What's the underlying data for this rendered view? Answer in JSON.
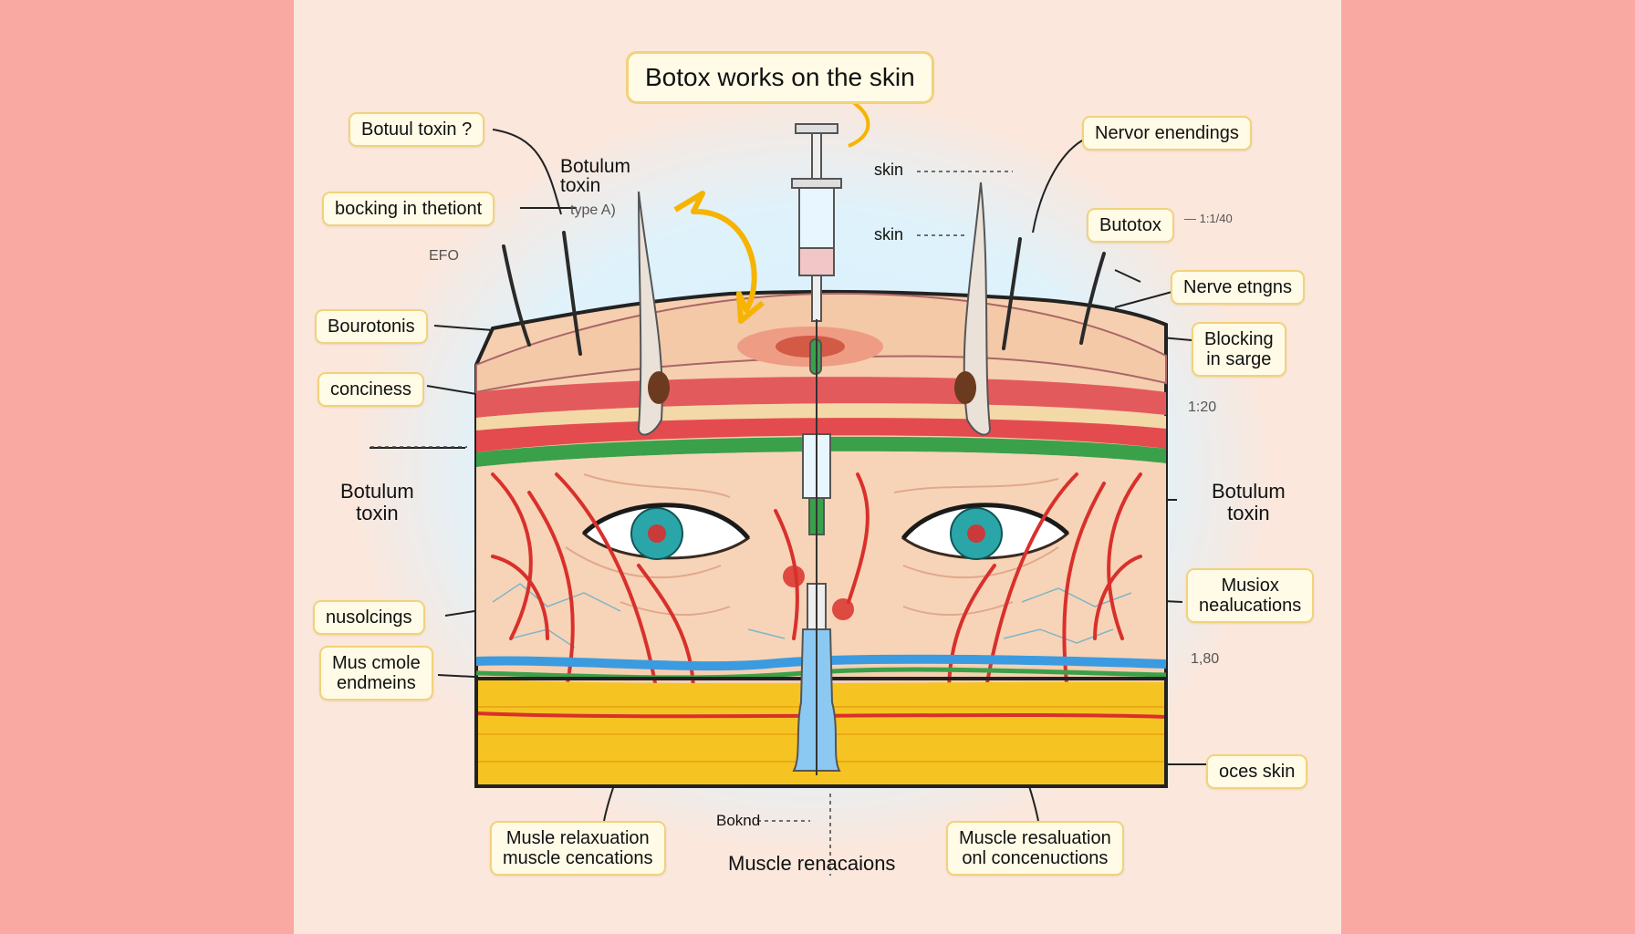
{
  "title": "Botox  works on the skin",
  "labels_left": [
    "Botuul toxin ?",
    "bocking in thetiont",
    "Bourotonis",
    "conciness",
    "nusolcings",
    "Mus cmole\nendmeins"
  ],
  "labels_right": [
    "Nervor enendings",
    "Butotox",
    "Nerve etngns",
    "Blocking\nin sarge",
    "Musiox\nnealucations",
    "oces skin"
  ],
  "plain_text": {
    "botulinum_top": "Botulum\ntoxin",
    "type_a": "type A)",
    "skin_1": "skin",
    "skin_2": "skin",
    "botulinum_left": "Botulum\ntoxin",
    "botulinum_right": "Botulum\ntoxin",
    "bottom_left": "Musle relaxuation\nmuscle cencations",
    "bottom_center": "Muscle renacaions",
    "bottom_right": "Muscle resaluation\nonl concenuctions",
    "bond": "Boknd"
  },
  "small_text": {
    "efo": "EFO",
    "right_code": "— 1:1/40",
    "n1": "1:20",
    "n2": "1,80"
  },
  "colors": {
    "background": "#f9a9a2",
    "canvas": "#fbe7dc",
    "label_fill": "#fffbe6",
    "label_border": "#f2d27a",
    "vessel_red": "#d9302c",
    "fat_yellow": "#f5c423",
    "muscle_green": "#3aa14a",
    "vein_blue": "#3b9be0"
  }
}
